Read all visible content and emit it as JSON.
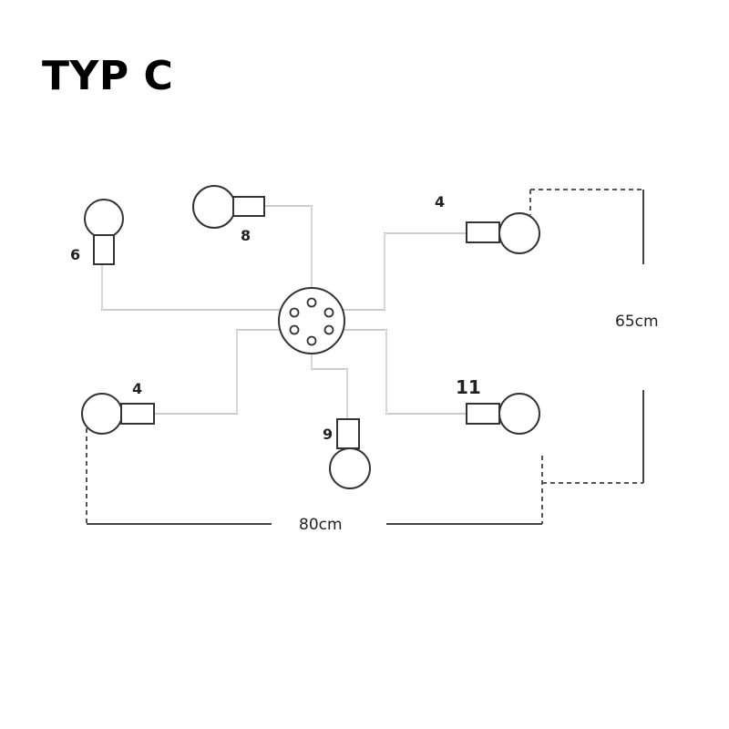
{
  "title": "TYP C",
  "arm_lengths": {
    "top_left": "8",
    "top_right": "4",
    "left": "6",
    "bottom_left": "4",
    "bottom": "9",
    "bottom_right": "11"
  },
  "dimensions": {
    "width": "80cm",
    "height": "65cm"
  }
}
